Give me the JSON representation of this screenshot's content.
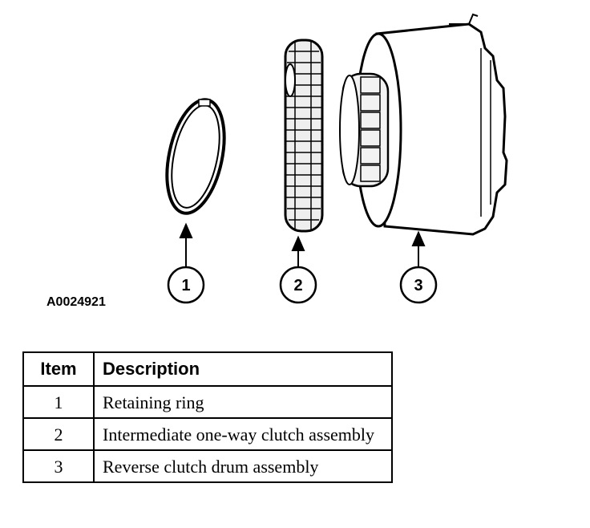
{
  "figure": {
    "code": "A0024921",
    "callouts": [
      "1",
      "2",
      "3"
    ]
  },
  "table": {
    "header_item": "Item",
    "header_description": "Description",
    "rows": [
      {
        "item": "1",
        "description": "Retaining ring"
      },
      {
        "item": "2",
        "description": "Intermediate one-way clutch assembly"
      },
      {
        "item": "3",
        "description": "Reverse clutch drum assembly"
      }
    ]
  }
}
